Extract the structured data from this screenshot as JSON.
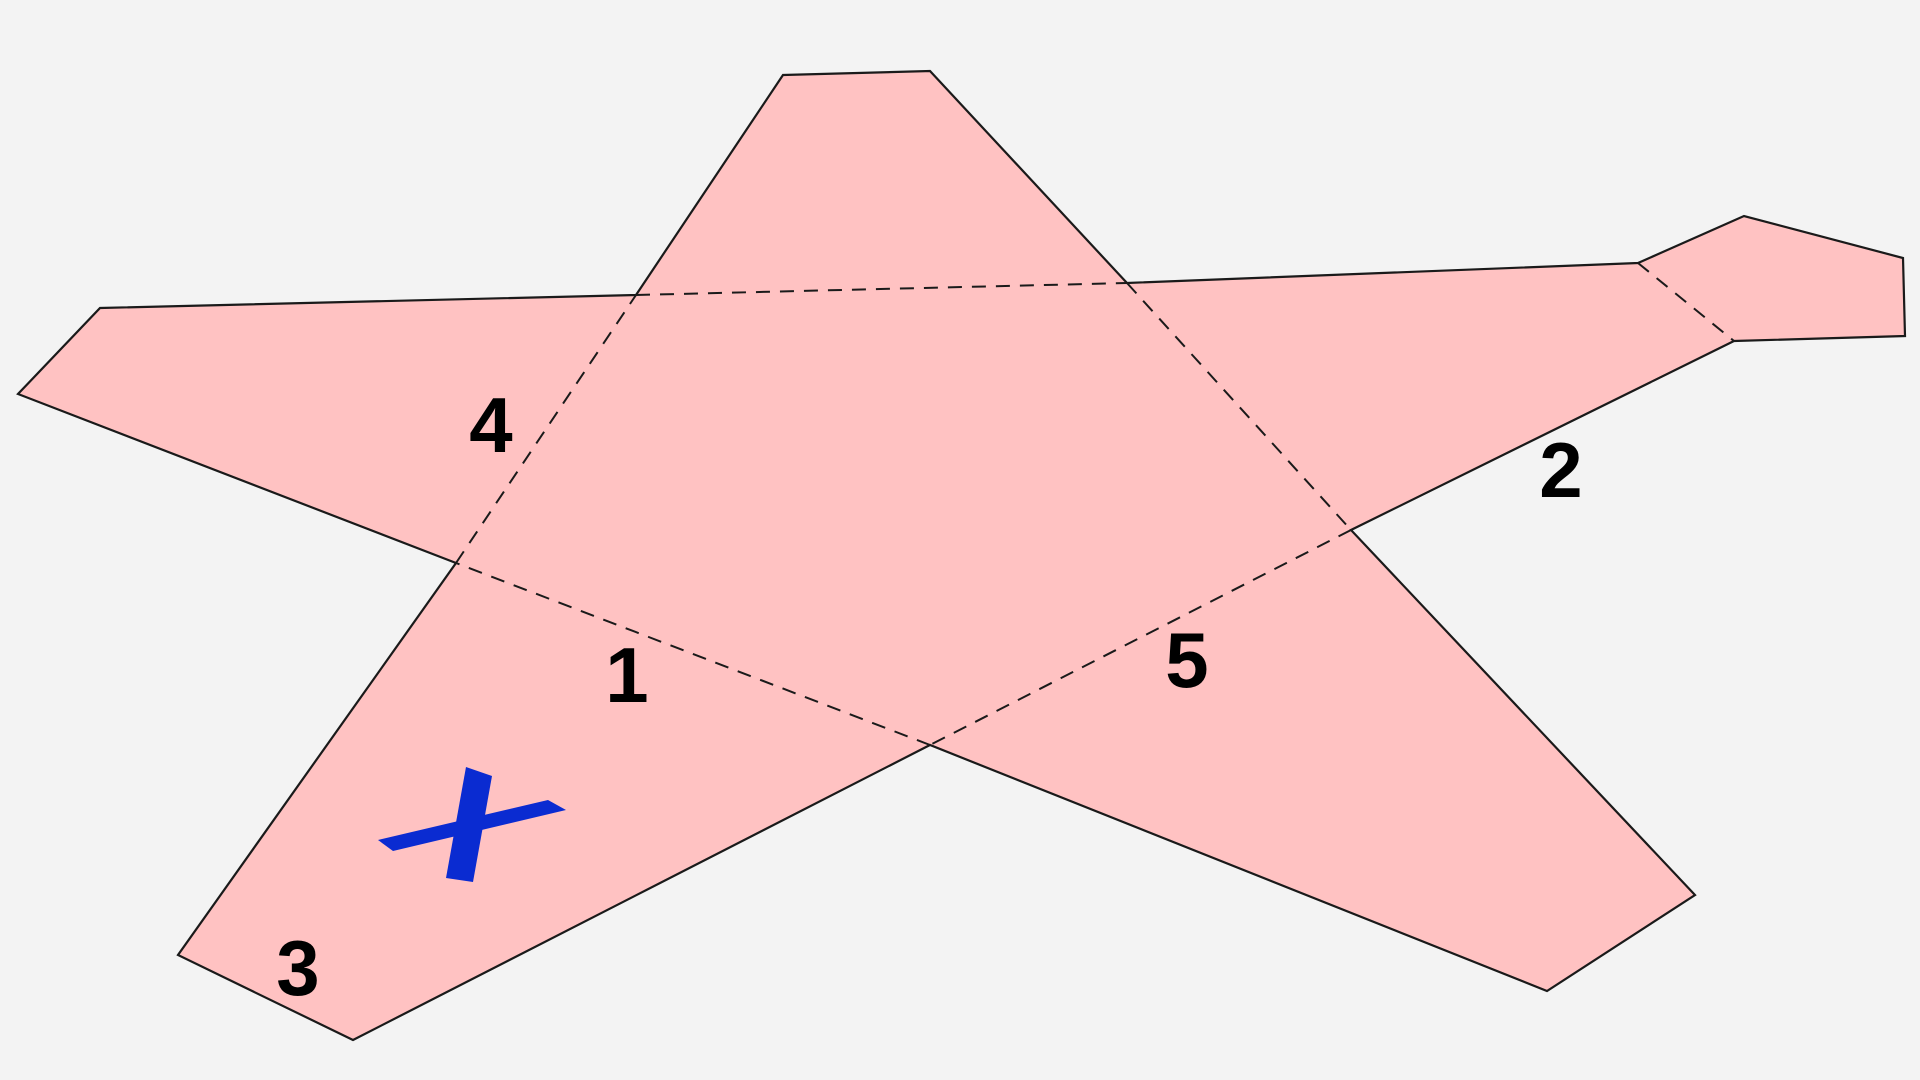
{
  "diagram": {
    "background_color": "#f3f3f3",
    "fill_color": "#ffc2c2",
    "outline_color": "#1a1a1a",
    "fold_line_color": "#1a1a1a",
    "marker_color": "#0a2bd1",
    "labels": {
      "face_1": "1",
      "face_2": "2",
      "face_3": "3",
      "face_4": "4",
      "face_5": "5"
    },
    "marker_icon": "cross-mark-icon"
  }
}
